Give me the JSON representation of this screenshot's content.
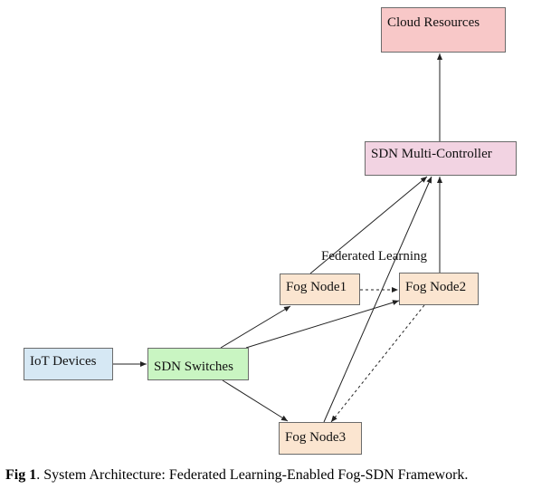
{
  "nodes": {
    "cloud_resources": {
      "label": "Cloud Resources",
      "color": "#f8c8c8"
    },
    "sdn_multi_controller": {
      "label": "SDN Multi-Controller",
      "color": "#f2d3e2"
    },
    "fog_node1": {
      "label": "Fog Node1",
      "color": "#fbe5d0"
    },
    "fog_node2": {
      "label": "Fog Node2",
      "color": "#fbe5d0"
    },
    "fog_node3": {
      "label": "Fog Node3",
      "color": "#fbe5d0"
    },
    "iot_devices": {
      "label": "IoT Devices",
      "color": "#d6e8f4"
    },
    "sdn_switches": {
      "label": "SDN Switches",
      "color": "#c9f5c2"
    }
  },
  "edge_label": "Federated Learning",
  "edges": [
    {
      "from": "iot_devices",
      "to": "sdn_switches",
      "style": "solid"
    },
    {
      "from": "sdn_switches",
      "to": "fog_node1",
      "style": "solid"
    },
    {
      "from": "sdn_switches",
      "to": "fog_node2",
      "style": "solid"
    },
    {
      "from": "sdn_switches",
      "to": "fog_node3",
      "style": "solid"
    },
    {
      "from": "fog_node1",
      "to": "fog_node2",
      "style": "dashed"
    },
    {
      "from": "fog_node2",
      "to": "fog_node3",
      "style": "dashed"
    },
    {
      "from": "fog_node1",
      "to": "sdn_multi_controller",
      "style": "solid"
    },
    {
      "from": "fog_node2",
      "to": "sdn_multi_controller",
      "style": "solid"
    },
    {
      "from": "fog_node3",
      "to": "sdn_multi_controller",
      "style": "solid"
    },
    {
      "from": "sdn_multi_controller",
      "to": "cloud_resources",
      "style": "solid"
    }
  ],
  "caption": {
    "prefix": "Fig 1",
    "text": ". System Architecture: Federated Learning-Enabled Fog-SDN Framework."
  },
  "colors": {
    "border": "#6b6b6b",
    "arrow": "#222222"
  }
}
